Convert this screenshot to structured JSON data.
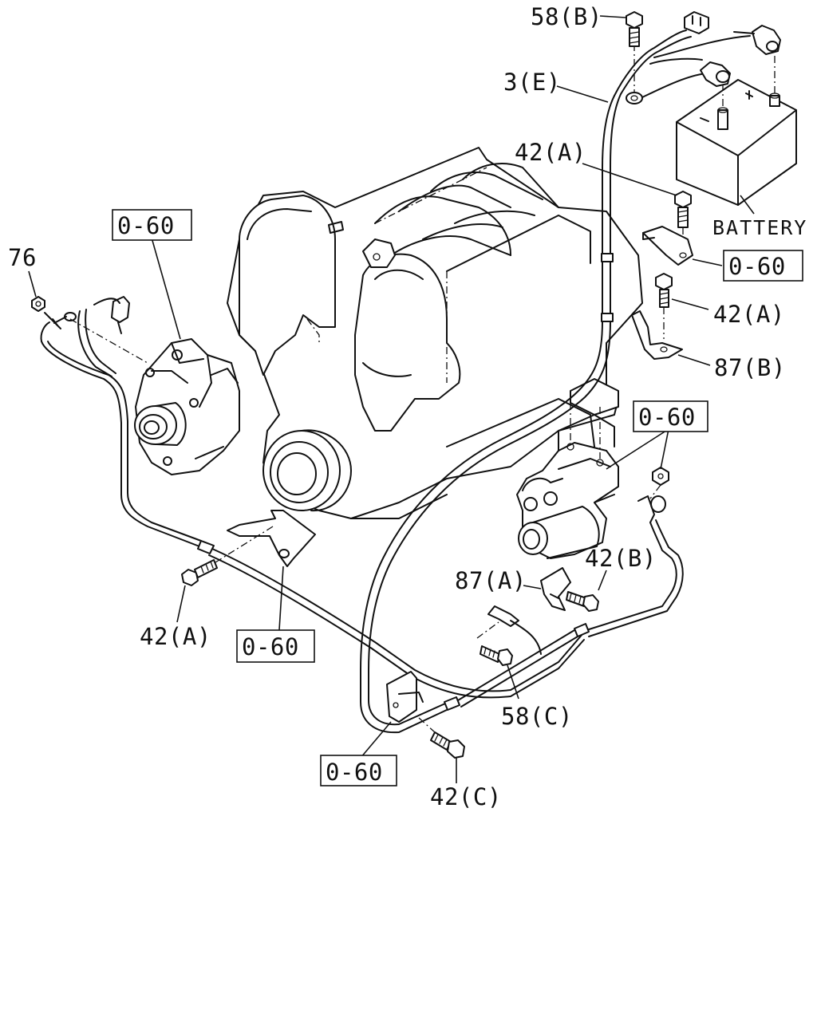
{
  "callouts": {
    "c_58b": "58(B)",
    "c_3e": "3(E)",
    "c_42a_top": "42(A)",
    "c_battery": "BATTERY",
    "c_060_batt": "0-60",
    "c_42a_right": "42(A)",
    "c_87b": "87(B)",
    "c_060_starter": "0-60",
    "c_060_alt": "0-60",
    "c_76": "76",
    "c_42a_left": "42(A)",
    "c_060_bracket": "0-60",
    "c_87a": "87(A)",
    "c_42b": "42(B)",
    "c_58c": "58(C)",
    "c_060_bottom": "0-60",
    "c_42c": "42(C)"
  }
}
